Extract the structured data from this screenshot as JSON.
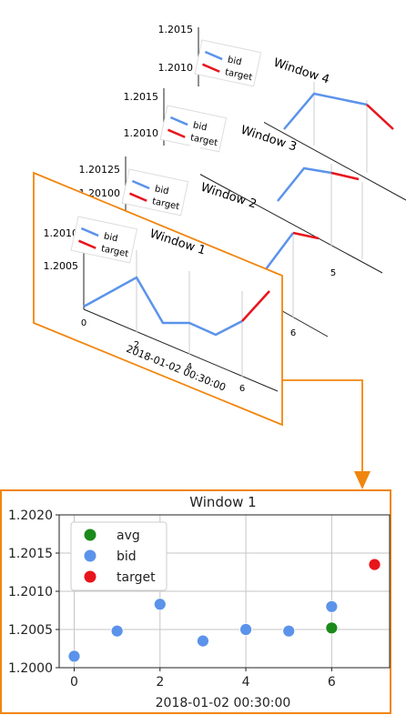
{
  "colors": {
    "frame": "#f0860e",
    "bid": "#5b93ea",
    "target": "#e8141c",
    "avg": "#1a8a1a",
    "grid": "#c6c6c6",
    "axis": "#222222"
  },
  "stack": {
    "windows": [
      {
        "title": "Window 4",
        "legend": [
          "bid",
          "target"
        ],
        "y_ticks": [
          "1.2015",
          "1.2010"
        ],
        "x_ticks": []
      },
      {
        "title": "Window 3",
        "legend": [
          "bid",
          "target"
        ],
        "y_ticks": [
          "1.2015",
          "1.2010"
        ],
        "x_ticks": [
          "5"
        ]
      },
      {
        "title": "Window 2",
        "legend": [
          "bid",
          "target"
        ],
        "y_ticks": [
          "1.20125",
          "1.20100"
        ],
        "x_ticks": [
          "6"
        ]
      },
      {
        "title": "Window 1",
        "legend": [
          "bid",
          "target"
        ],
        "y_ticks": [
          "1.2010",
          "1.2005"
        ],
        "x_ticks": [
          "0",
          "2",
          "4",
          "6"
        ],
        "xlabel": "2018-01-02 00:30:00"
      }
    ]
  },
  "chart_data": {
    "type": "scatter",
    "title": "Window 1",
    "xlabel": "2018-01-02 00:30:00",
    "ylabel": "",
    "xlim": [
      -0.35,
      7.35
    ],
    "ylim": [
      1.2,
      1.202
    ],
    "x_ticks": [
      0,
      2,
      4,
      6
    ],
    "x_tick_labels": [
      "0",
      "2",
      "4",
      "6"
    ],
    "y_ticks": [
      1.2,
      1.2005,
      1.201,
      1.2015,
      1.202
    ],
    "y_tick_labels": [
      "1.2000",
      "1.2005",
      "1.2010",
      "1.2015",
      "1.2020"
    ],
    "grid": true,
    "legend_position": "top-left",
    "series": [
      {
        "name": "avg",
        "color": "#1a8a1a",
        "x": [
          6
        ],
        "y": [
          1.20052
        ]
      },
      {
        "name": "bid",
        "color": "#5b93ea",
        "x": [
          0,
          1,
          2,
          3,
          4,
          5,
          6
        ],
        "y": [
          1.20015,
          1.20048,
          1.20083,
          1.20035,
          1.2005,
          1.20048,
          1.2008
        ]
      },
      {
        "name": "target",
        "color": "#e8141c",
        "x": [
          7
        ],
        "y": [
          1.20135
        ]
      }
    ]
  }
}
